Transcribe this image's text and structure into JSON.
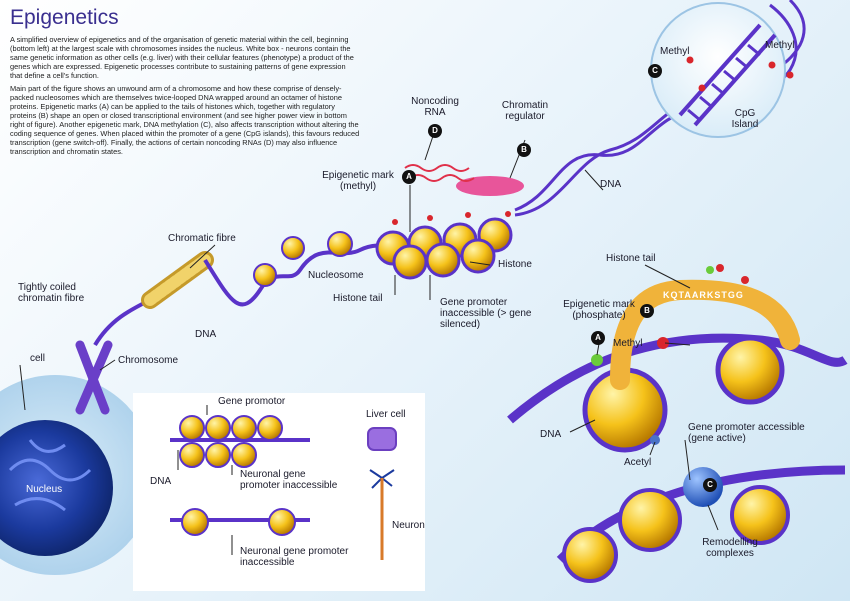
{
  "title": "Epigenetics",
  "intro": {
    "p1": "A simplified overview of epigenetics and of the organisation of genetic material within the cell, beginning (bottom left) at the largest scale with chromosomes insides the nucleus. White box - neurons contain the same genetic information as other cells (e.g. liver) with their cellular features (phenotype) a product of the genes which are expressed. Epigenetic processes contribute to sustaining patterns of gene expression that define a cell's function.",
    "p2": "Main part of the figure shows an unwound arm of a chromosome and how these comprise of densely-packed nucleosomes which are themselves twice-looped DNA wrapped around an octamer of histone proteins. Epigenetic marks (A) can be applied to the tails of histones which, together with regulatory proteins (B) shape an open or closed transcriptional environment (and see higher power view in bottom right of figure). Another epigenetic mark, DNA methylation (C), also affects transcription without altering the coding sequence of genes. When placed within the promoter of a gene (CpG islands), this favours reduced transcription (gene switch-off). Finally, the actions of certain noncoding RNAs (D) may also influence transcription and chromatin states."
  },
  "labels": {
    "noncoding_rna": "Noncoding RNA",
    "chromatin_regulator": "Chromatin regulator",
    "epigenetic_mark_methyl": "Epigenetic mark (methyl)",
    "dna_top": "DNA",
    "methyl_left": "Methyl",
    "methyl_right": "Methyl",
    "cpg_island": "CpG Island",
    "chromatic_fibre": "Chromatic fibre",
    "nucleosome": "Nucleosome",
    "histone": "Histone",
    "histone_tail": "Histone tail",
    "gene_promoter_inaccessible": "Gene promoter inaccessible (> gene silenced)",
    "tightly_coiled": "Tightly coiled chromatin fibre",
    "dna_mid": "DNA",
    "cell": "cell",
    "chromosome": "Chromosome",
    "nucleus": "Nucleus",
    "histone_tail_br": "Histone tail",
    "tail_sequence": "KQTAARKSTGG",
    "epigenetic_mark_phosphate": "Epigenetic mark (phosphate)",
    "methyl_br": "Methyl",
    "dna_br": "DNA",
    "gene_promoter_accessible": "Gene promoter accessible (gene active)",
    "acetyl": "Acetyl",
    "remodelling_complexes": "Remodelling complexes"
  },
  "whitebox": {
    "gene_promotor": "Gene promotor",
    "dna": "DNA",
    "neuronal_inaccessible_top": "Neuronal gene promoter inaccessible",
    "neuronal_inaccessible_bottom": "Neuronal gene promoter inaccessible",
    "liver_cell": "Liver cell",
    "neuron": "Neuron"
  },
  "badges": {
    "a": "A",
    "b": "B",
    "c": "C",
    "d": "D"
  },
  "colors": {
    "title": "#3a2f8f",
    "dna_purple": "#5a33c8",
    "histone_yellow": "#f5c21a",
    "regulator_pink": "#e8559a",
    "rna_red": "#e0304a",
    "nucleus_blue": "#1b3a9e"
  }
}
